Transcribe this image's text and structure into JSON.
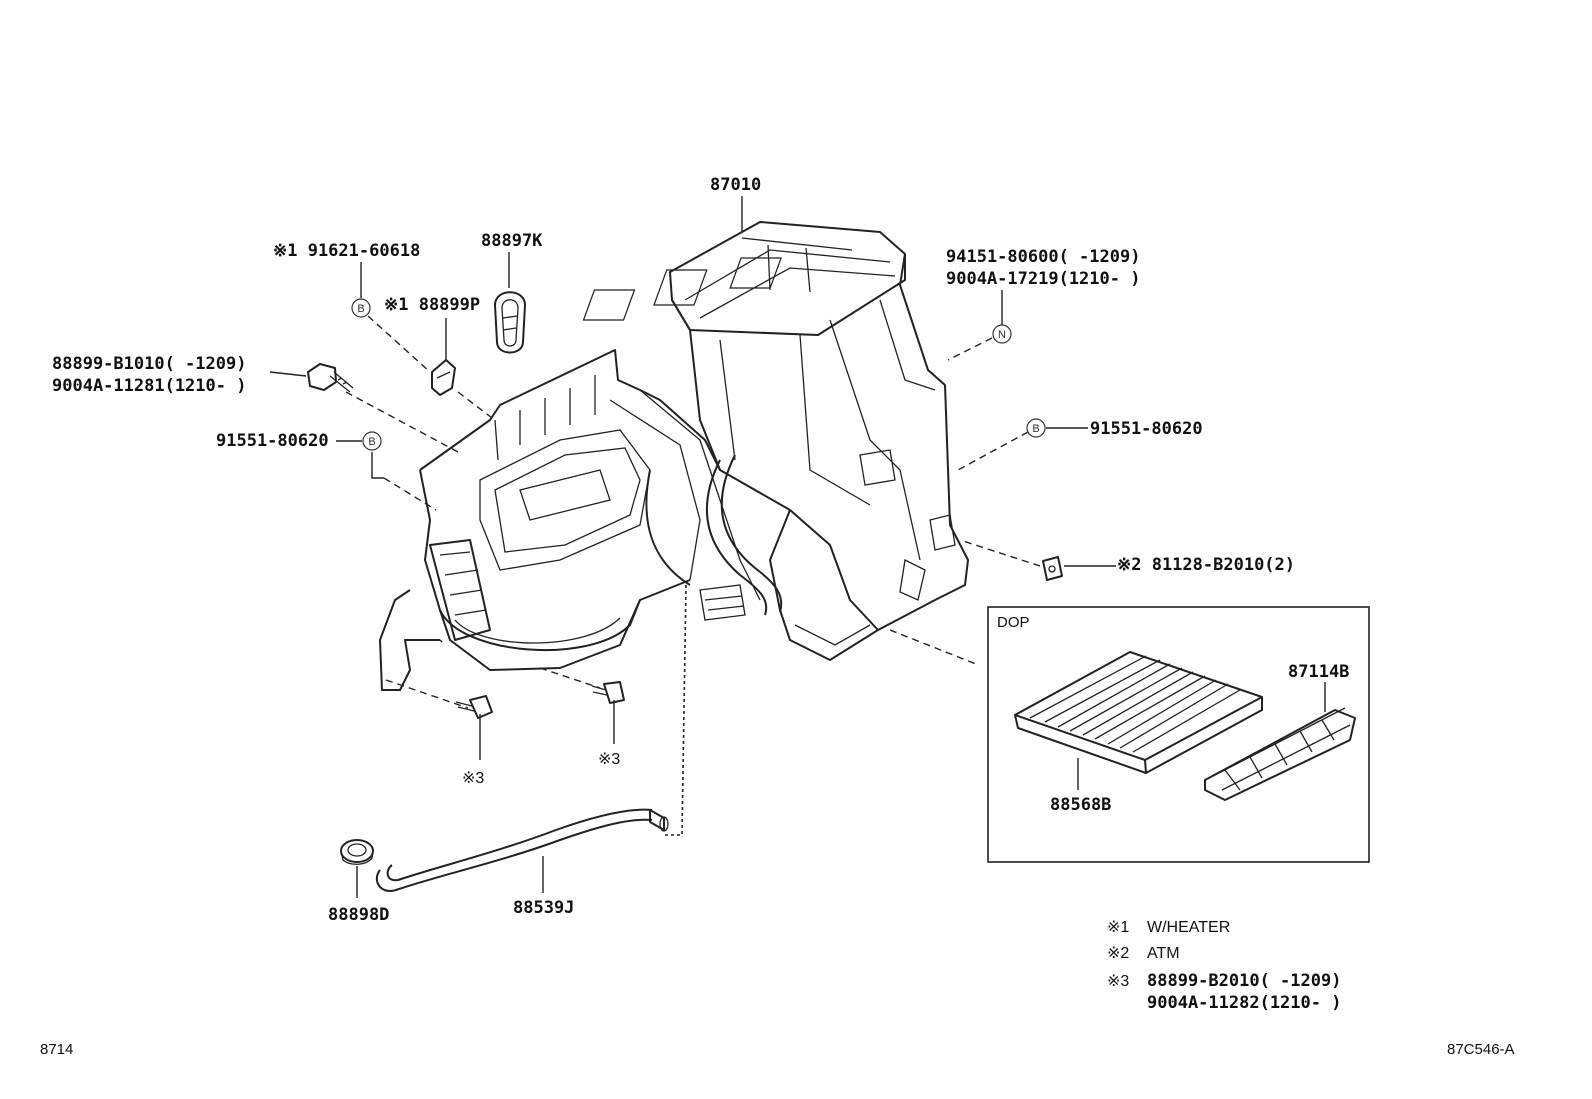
{
  "labels": {
    "p87010": "87010",
    "p88897k": "88897K",
    "p91621": "※1 91621-60618",
    "p88899p": "※1 88899P",
    "p88899b1010": "88899-B1010(    -1209)",
    "p9004a11281": "9004A-11281(1210-     )",
    "p91551_left": "91551-80620",
    "p94151": "94151-80600(    -1209)",
    "p9004a17219": "9004A-17219(1210-     )",
    "p91551_right": "91551-80620",
    "p81128": "※2  81128-B2010(2)",
    "p87114b": "87114B",
    "p88568b": "88568B",
    "note3_left": "※3",
    "note3_mid": "※3",
    "p88898d": "88898D",
    "p88539j": "88539J",
    "dop": "DOP"
  },
  "circled": {
    "b_top": "B",
    "b_left": "B",
    "b_right": "B",
    "n_right": "N"
  },
  "legend": {
    "n1_mark": "※1",
    "n1_text": "W/HEATER",
    "n2_mark": "※2",
    "n2_text": "ATM",
    "n3_mark": "※3",
    "n3_line1": "88899-B2010(    -1209)",
    "n3_line2": "9004A-11282(1210-     )"
  },
  "footer": {
    "left_code": "8714",
    "right_code": "87C546-A"
  }
}
